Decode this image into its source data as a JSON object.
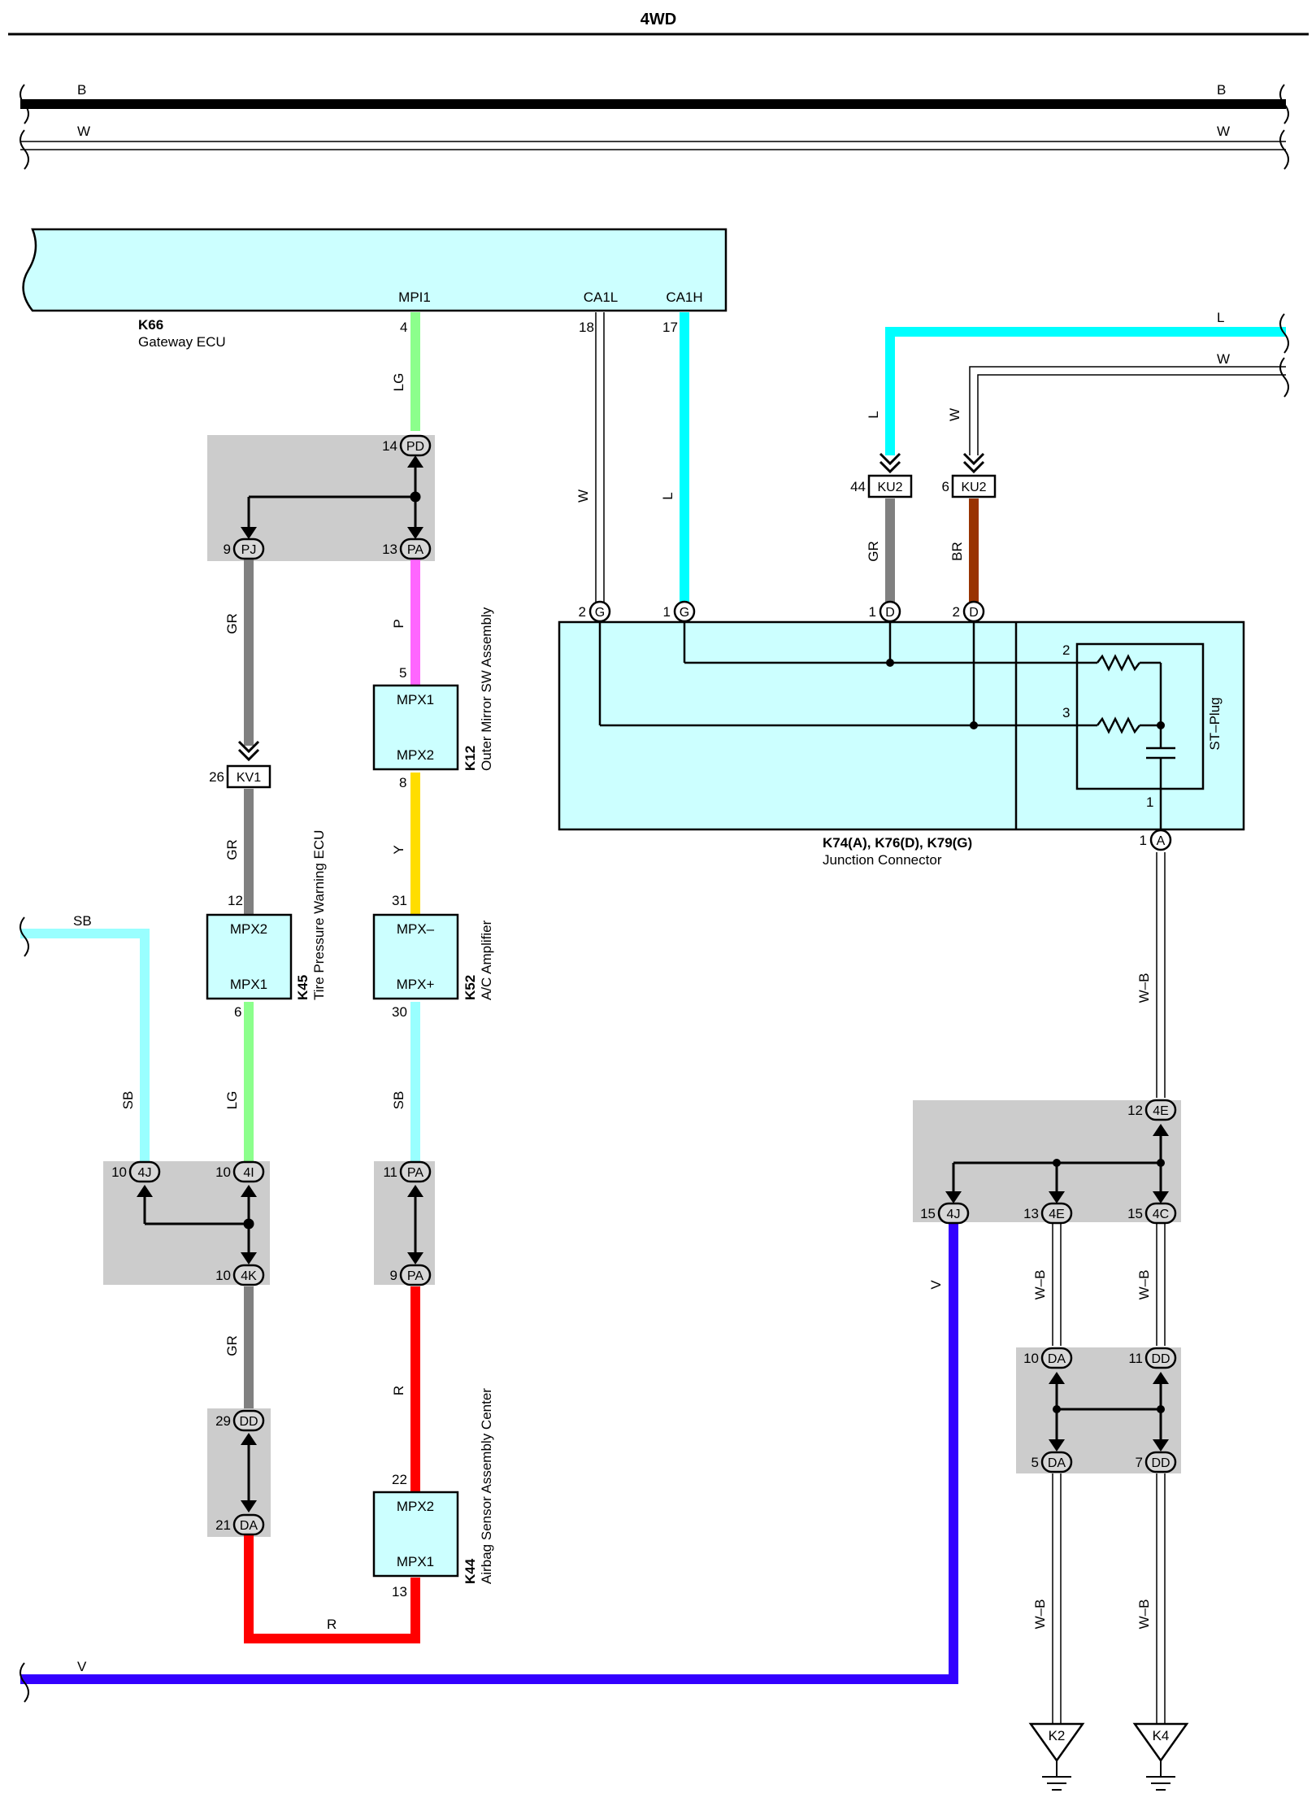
{
  "title": "4WD",
  "colors": {
    "B": "#000000",
    "W": "#ffffff",
    "L": "#00ffff",
    "LG": "#8cff8c",
    "GR": "#808080",
    "P": "#ff66ff",
    "Y": "#ffdd00",
    "SB": "#99ffff",
    "R": "#ff0000",
    "V": "#3300ff",
    "BR": "#993300",
    "WB": "#ffffff",
    "component": "#ccffff",
    "splice": "#cccccc"
  },
  "bus": {
    "b_left": "B",
    "b_right": "B",
    "w_left": "W",
    "w_right": "W"
  },
  "gateway": {
    "id": "K66",
    "name": "Gateway ECU",
    "pin_mpi1": "MPI1",
    "pin_ca1l": "CA1L",
    "pin_ca1h": "CA1H",
    "n4": "4",
    "n18": "18",
    "n17": "17"
  },
  "wires": {
    "lg1": "LG",
    "w_ca1l": "W",
    "l_ca1h": "L",
    "gr_pj": "GR",
    "p": "P",
    "gr_kv1": "GR",
    "y": "Y",
    "sb_in": "SB",
    "sb_vert": "SB",
    "lg2": "LG",
    "sb_mid": "SB",
    "gr_4k": "GR",
    "r_mid": "R",
    "r_bottom": "R",
    "v": "V",
    "l_right": "L",
    "w_right": "W",
    "l_ku2": "L",
    "w_ku2": "W",
    "gr_ku2": "GR",
    "br_ku2": "BR",
    "wb_a": "W–B",
    "wb_4e": "W–B",
    "wb_4c": "W–B",
    "wb_k2": "W–B",
    "wb_k4": "W–B"
  },
  "connectors": {
    "pd": {
      "pin": "14",
      "code": "PD"
    },
    "pj": {
      "pin": "9",
      "code": "PJ"
    },
    "pa": {
      "pin": "13",
      "code": "PA"
    },
    "kv1": {
      "pin": "26",
      "code": "KV1"
    },
    "j4j": {
      "pin": "10",
      "code": "4J"
    },
    "j4i": {
      "pin": "10",
      "code": "4I"
    },
    "j4k": {
      "pin": "10",
      "code": "4K"
    },
    "pa11": {
      "pin": "11",
      "code": "PA"
    },
    "pa9": {
      "pin": "9",
      "code": "PA"
    },
    "dd29": {
      "pin": "29",
      "code": "DD"
    },
    "da21": {
      "pin": "21",
      "code": "DA"
    },
    "ku2a": {
      "pin": "44",
      "code": "KU2"
    },
    "ku2b": {
      "pin": "6",
      "code": "KU2"
    },
    "g2": {
      "pin": "2",
      "code": "G"
    },
    "g1": {
      "pin": "1",
      "code": "G"
    },
    "d1": {
      "pin": "1",
      "code": "D"
    },
    "d2": {
      "pin": "2",
      "code": "D"
    },
    "a1": {
      "pin": "1",
      "code": "A"
    },
    "e12": {
      "pin": "12",
      "code": "4E"
    },
    "j15": {
      "pin": "15",
      "code": "4J"
    },
    "e13": {
      "pin": "13",
      "code": "4E"
    },
    "c15": {
      "pin": "15",
      "code": "4C"
    },
    "da10": {
      "pin": "10",
      "code": "DA"
    },
    "dd11": {
      "pin": "11",
      "code": "DD"
    },
    "da5": {
      "pin": "5",
      "code": "DA"
    },
    "dd7": {
      "pin": "7",
      "code": "DD"
    }
  },
  "components": {
    "k12": {
      "id": "K12",
      "name": "Outer Mirror SW Assembly",
      "pin_top": "MPX1",
      "pin_bottom": "MPX2",
      "n_top": "5",
      "n_bottom": "8"
    },
    "k45": {
      "id": "K45",
      "name": "Tire Pressure Warning ECU",
      "pin_top": "MPX2",
      "pin_bottom": "MPX1",
      "n_top": "12",
      "n_bottom": "6"
    },
    "k52": {
      "id": "K52",
      "name": "A/C Amplifier",
      "pin_top": "MPX–",
      "pin_bottom": "MPX+",
      "n_top": "31",
      "n_bottom": "30"
    },
    "k44": {
      "id": "K44",
      "name": "Airbag Sensor Assembly Center",
      "pin_top": "MPX2",
      "pin_bottom": "MPX1",
      "n_top": "22",
      "n_bottom": "13"
    }
  },
  "junction": {
    "id": "K74(A), K76(D), K79(G)",
    "name": "Junction Connector",
    "plug": "ST–Plug",
    "p2": "2",
    "p3": "3",
    "p1": "1"
  },
  "grounds": {
    "k2": "K2",
    "k4": "K4"
  }
}
